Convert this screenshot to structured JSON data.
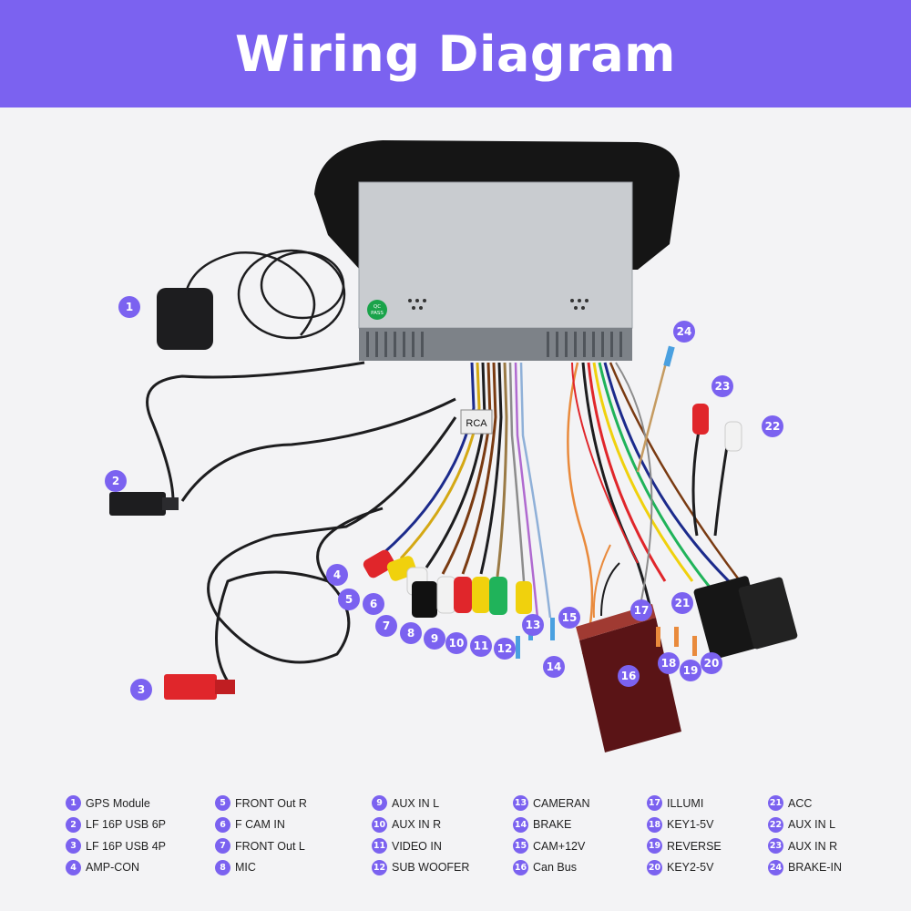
{
  "title": "Wiring Diagram",
  "unit_badge": {
    "line1": "QC",
    "line2": "PASS"
  },
  "tags": {
    "rca": "RCA"
  },
  "legend": [
    {
      "n": "1",
      "label": "GPS Module"
    },
    {
      "n": "2",
      "label": "LF 16P USB 6P"
    },
    {
      "n": "3",
      "label": "LF 16P USB 4P"
    },
    {
      "n": "4",
      "label": "AMP-CON"
    },
    {
      "n": "5",
      "label": "FRONT Out R"
    },
    {
      "n": "6",
      "label": "F CAM IN"
    },
    {
      "n": "7",
      "label": "FRONT Out L"
    },
    {
      "n": "8",
      "label": "MIC"
    },
    {
      "n": "9",
      "label": "AUX IN L"
    },
    {
      "n": "10",
      "label": "AUX IN R"
    },
    {
      "n": "11",
      "label": "VIDEO IN"
    },
    {
      "n": "12",
      "label": "SUB WOOFER"
    },
    {
      "n": "13",
      "label": "CAMERAN"
    },
    {
      "n": "14",
      "label": "BRAKE"
    },
    {
      "n": "15",
      "label": "CAM+12V"
    },
    {
      "n": "16",
      "label": "Can Bus"
    },
    {
      "n": "17",
      "label": "ILLUMI"
    },
    {
      "n": "18",
      "label": "KEY1-5V"
    },
    {
      "n": "19",
      "label": "REVERSE"
    },
    {
      "n": "20",
      "label": "KEY2-5V"
    },
    {
      "n": "21",
      "label": "ACC"
    },
    {
      "n": "22",
      "label": "AUX IN L"
    },
    {
      "n": "23",
      "label": "AUX IN R"
    },
    {
      "n": "24",
      "label": "BRAKE-IN"
    }
  ],
  "colors": {
    "accent": "#7b62f0",
    "unit_panel": "#c9ccd0",
    "bezel": "#151515",
    "canbus_box": "#5a1416"
  }
}
